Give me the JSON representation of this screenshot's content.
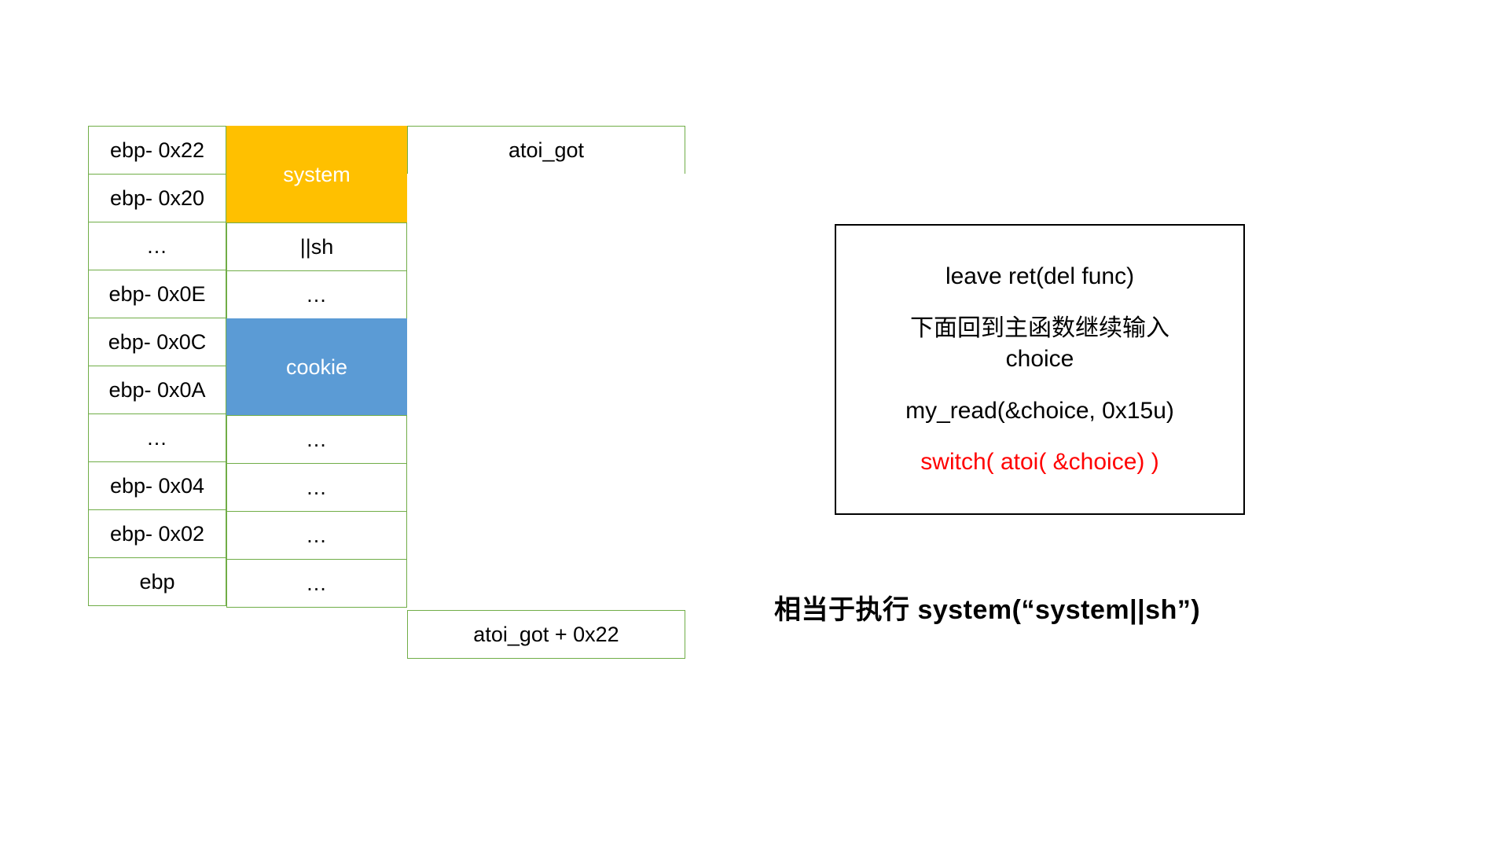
{
  "colors": {
    "border_green": "#70AD47",
    "fill_orange": "#FFC000",
    "fill_blue": "#5B9BD5",
    "accent_red": "#FF0000",
    "box_border": "#000000"
  },
  "stack_table": {
    "columns": [
      "address",
      "value",
      "note"
    ],
    "rows": [
      {
        "address": "ebp-\n0x22",
        "value": "system",
        "note": "atoi_got"
      },
      {
        "address": "ebp-\n0x20",
        "value": "system",
        "note": ""
      },
      {
        "address": "…",
        "value": "||sh",
        "note": ""
      },
      {
        "address": "ebp-\n0x0E",
        "value": "…",
        "note": ""
      },
      {
        "address": "ebp-\n0x0C",
        "value": "cookie",
        "note": ""
      },
      {
        "address": "ebp-\n0x0A",
        "value": "cookie",
        "note": ""
      },
      {
        "address": "…",
        "value": "…",
        "note": ""
      },
      {
        "address": "ebp-\n0x04",
        "value": "…",
        "note": ""
      },
      {
        "address": "ebp-\n0x02",
        "value": "…",
        "note": ""
      },
      {
        "address": "ebp",
        "value": "…",
        "note": "atoi_got + 0x22"
      }
    ],
    "merged_values": {
      "system": "system",
      "cookie": "cookie"
    }
  },
  "code_box": {
    "lines": [
      {
        "text": "leave ret(del func)",
        "color": "black"
      },
      {
        "text": "下面回到主函数继续输入\nchoice",
        "color": "black"
      },
      {
        "text": "my_read(&choice, 0x15u)",
        "color": "black"
      },
      {
        "text": "switch( atoi( &choice) )",
        "color": "red"
      }
    ]
  },
  "caption": {
    "text": "相当于执行 system(“system||sh”)"
  }
}
